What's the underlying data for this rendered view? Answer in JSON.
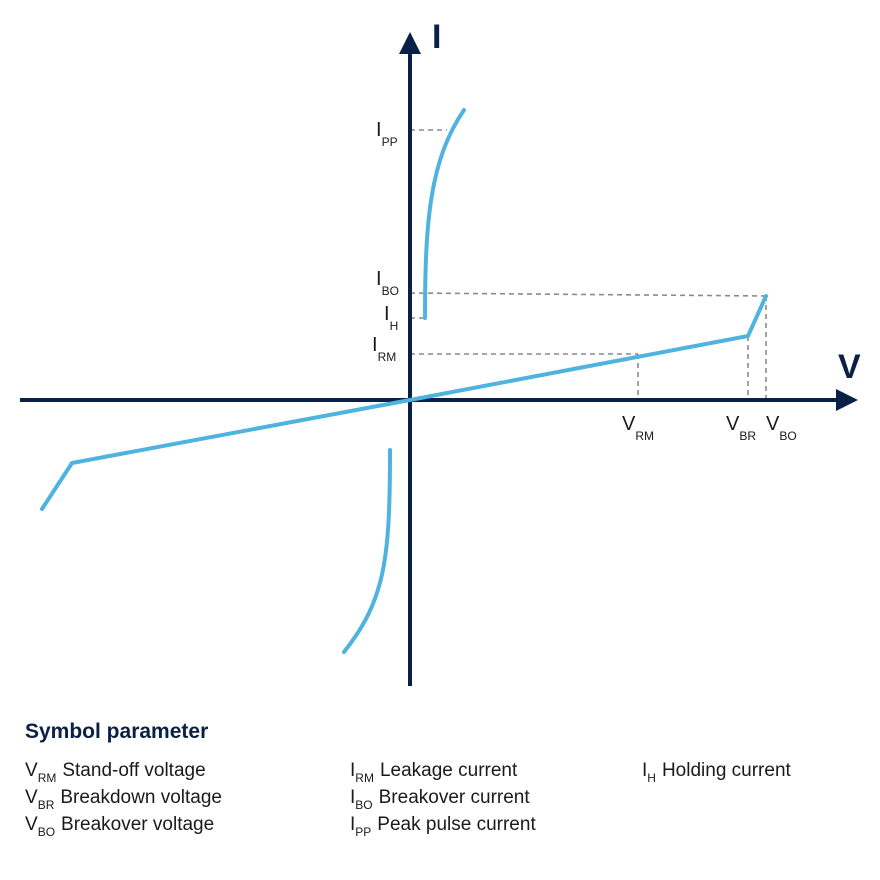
{
  "diagram": {
    "axis_y_name": "I",
    "axis_x_name": "V",
    "y_markers": [
      {
        "base": "I",
        "sub": "PP"
      },
      {
        "base": "I",
        "sub": "BO"
      },
      {
        "base": "I",
        "sub": "H"
      },
      {
        "base": "I",
        "sub": "RM"
      }
    ],
    "x_markers": [
      {
        "base": "V",
        "sub": "RM"
      },
      {
        "base": "V",
        "sub": "BR"
      },
      {
        "base": "V",
        "sub": "BO"
      }
    ],
    "colors": {
      "axis": "#0b2046",
      "curve": "#4fb3e0",
      "guide": "#8a8a8a"
    }
  },
  "legend": {
    "title": "Symbol parameter",
    "columns": [
      [
        {
          "base": "V",
          "sub": "RM",
          "desc": "Stand-off voltage"
        },
        {
          "base": "V",
          "sub": "BR",
          "desc": "Breakdown voltage"
        },
        {
          "base": "V",
          "sub": "BO",
          "desc": "Breakover voltage"
        }
      ],
      [
        {
          "base": "I",
          "sub": "RM",
          "desc": "Leakage current"
        },
        {
          "base": "I",
          "sub": "BO",
          "desc": "Breakover current"
        },
        {
          "base": "I",
          "sub": "PP",
          "desc": "Peak pulse current"
        }
      ],
      [
        {
          "base": "I",
          "sub": "H",
          "desc": "Holding current"
        }
      ]
    ]
  }
}
